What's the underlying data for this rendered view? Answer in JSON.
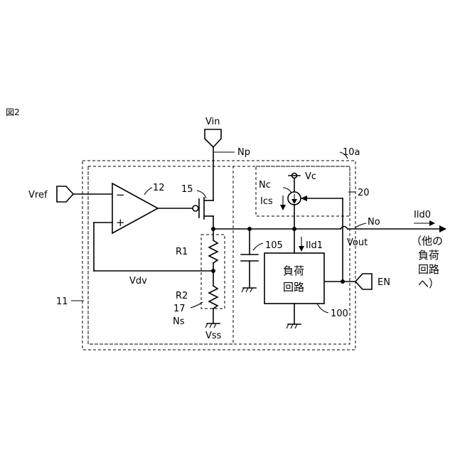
{
  "figure_label": "図2",
  "labels": {
    "vin": "Vin",
    "np": "Np",
    "ref_10a": "10a",
    "vref": "Vref",
    "ref_12": "12",
    "ref_15": "15",
    "nc": "Nc",
    "vc": "Vc",
    "ics": "Ics",
    "ref_20": "20",
    "no": "No",
    "ild0": "Ild0",
    "ild1": "Ild1",
    "vout": "Vout",
    "r1": "R1",
    "ref_105": "105",
    "vdv": "Vdv",
    "r2": "R2",
    "ref_11": "11",
    "ref_17": "17",
    "ns": "Ns",
    "vss": "Vss",
    "ref_100": "100",
    "en": "EN",
    "opamp_minus": "−",
    "opamp_plus": "+"
  },
  "load_circuit": {
    "line1": "負荷",
    "line2": "回路"
  },
  "other_load": {
    "lines": [
      "（他の",
      "負荷",
      "回路",
      "へ）"
    ]
  }
}
